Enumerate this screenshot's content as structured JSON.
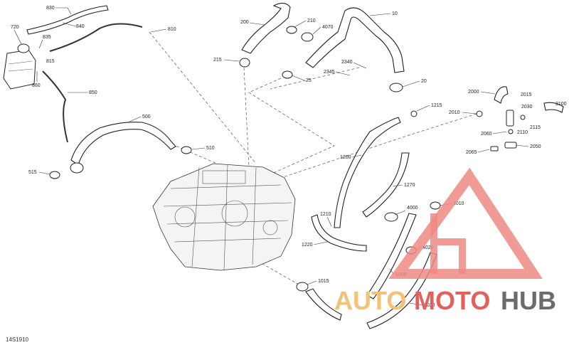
{
  "figure_id": "14S1910",
  "callouts": [
    {
      "id": "830"
    },
    {
      "id": "720"
    },
    {
      "id": "835"
    },
    {
      "id": "840"
    },
    {
      "id": "815"
    },
    {
      "id": "860"
    },
    {
      "id": "850"
    },
    {
      "id": "810"
    },
    {
      "id": "200"
    },
    {
      "id": "210"
    },
    {
      "id": "4070"
    },
    {
      "id": "10"
    },
    {
      "id": "215"
    },
    {
      "id": "25"
    },
    {
      "id": "2340"
    },
    {
      "id": "2345"
    },
    {
      "id": "20"
    },
    {
      "id": "2000"
    },
    {
      "id": "2015"
    },
    {
      "id": "2030"
    },
    {
      "id": "2100"
    },
    {
      "id": "1215"
    },
    {
      "id": "2010"
    },
    {
      "id": "2110"
    },
    {
      "id": "2115"
    },
    {
      "id": "2060"
    },
    {
      "id": "2065"
    },
    {
      "id": "2050"
    },
    {
      "id": "500"
    },
    {
      "id": "510"
    },
    {
      "id": "515"
    },
    {
      "id": "1200"
    },
    {
      "id": "1270"
    },
    {
      "id": "4000"
    },
    {
      "id": "1010"
    },
    {
      "id": "1210"
    },
    {
      "id": "1220"
    },
    {
      "id": "4020"
    },
    {
      "id": "1000"
    },
    {
      "id": "1015"
    },
    {
      "id": "1020"
    }
  ],
  "watermark": {
    "part1": "AUTO",
    "part2": "MOTO",
    "part3": "HUB"
  }
}
